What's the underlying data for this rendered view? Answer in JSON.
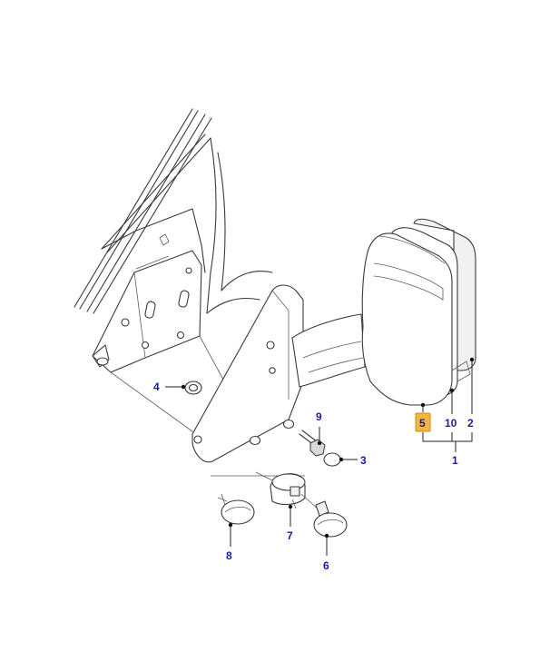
{
  "callouts": {
    "c1": "1",
    "c2": "2",
    "c3": "3",
    "c4": "4",
    "c5": "5",
    "c6": "6",
    "c7": "7",
    "c8": "8",
    "c9": "9",
    "c10": "10"
  },
  "colors": {
    "callout_text": "#1a1aa8",
    "highlight": "#f4b63c",
    "line": "#3a3a3a"
  }
}
